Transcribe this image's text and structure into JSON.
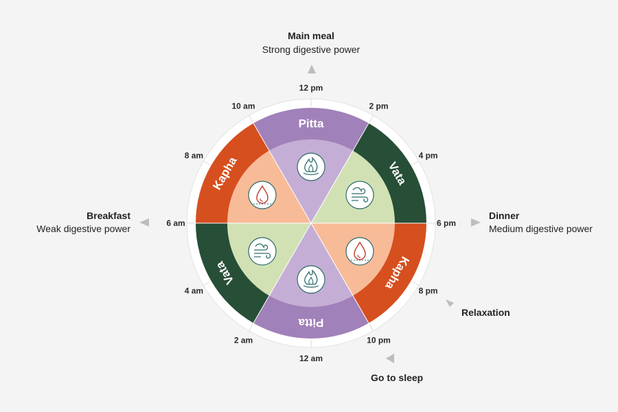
{
  "colors": {
    "background": "#f4f4f4",
    "kapha_outer": "#d64f1f",
    "kapha_inner": "#f8bb98",
    "pitta_outer": "#a181b9",
    "pitta_inner": "#c5aed6",
    "vata_outer": "#274e37",
    "vata_inner": "#d2e1b4",
    "arrow": "#bdbdbd"
  },
  "hours": [
    "12 pm",
    "2 pm",
    "4 pm",
    "6 pm",
    "8 pm",
    "10 pm",
    "12 am",
    "2 am",
    "4 am",
    "6 am",
    "8 am",
    "10 am"
  ],
  "segments": [
    {
      "name": "Pitta",
      "icon": "fire-icon"
    },
    {
      "name": "Vata",
      "icon": "wind-icon"
    },
    {
      "name": "Kapha",
      "icon": "water-drop-icon"
    },
    {
      "name": "Pitta",
      "icon": "fire-icon"
    },
    {
      "name": "Vata",
      "icon": "wind-icon"
    },
    {
      "name": "Kapha",
      "icon": "water-drop-icon"
    }
  ],
  "captions": {
    "main_meal": {
      "title": "Main meal",
      "subtitle": "Strong digestive power"
    },
    "dinner": {
      "title": "Dinner",
      "subtitle": "Medium digestive power"
    },
    "breakfast": {
      "title": "Breakfast",
      "subtitle": "Weak digestive power"
    },
    "relaxation": {
      "title": "Relaxation"
    },
    "sleep": {
      "title": "Go to sleep"
    }
  }
}
